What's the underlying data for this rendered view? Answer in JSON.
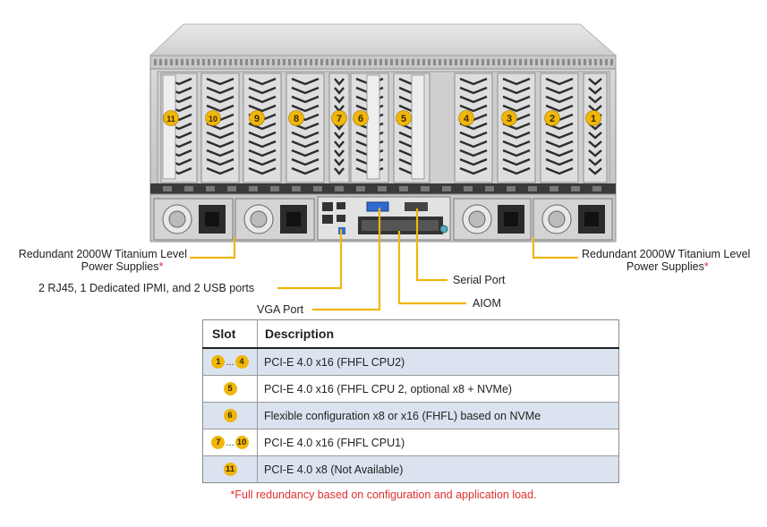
{
  "callouts": {
    "psu_left_line1": "Redundant 2000W Titanium Level",
    "psu_left_line2": "Power Supplies",
    "psu_right_line1": "Redundant 2000W Titanium Level",
    "psu_right_line2": "Power Supplies",
    "asterisk": "*",
    "network_ports": "2 RJ45, 1 Dedicated IPMI,  and 2 USB ports",
    "vga_port": "VGA Port",
    "serial_port": "Serial Port",
    "aiom": "AIOM"
  },
  "slot_badges": [
    "11",
    "10",
    "9",
    "8",
    "7",
    "6",
    "5",
    "4",
    "3",
    "2",
    "1"
  ],
  "table": {
    "headers": {
      "slot": "Slot",
      "description": "Description"
    },
    "rows": [
      {
        "badges": [
          "1",
          "4"
        ],
        "range": true,
        "description": "PCI-E  4.0 x16  (FHFL CPU2)"
      },
      {
        "badges": [
          "5"
        ],
        "range": false,
        "description": "PCI-E  4.0 x16  (FHFL CPU 2, optional x8 + NVMe)"
      },
      {
        "badges": [
          "6"
        ],
        "range": false,
        "description": "Flexible configuration x8 or x16 (FHFL) based on NVMe"
      },
      {
        "badges": [
          "7",
          "10"
        ],
        "range": true,
        "description": "PCI-E  4.0 x16  (FHFL CPU1)"
      },
      {
        "badges": [
          "11"
        ],
        "range": false,
        "description": "PCI-E  4.0 x8  (Not Available)"
      }
    ],
    "ellipsis": "..."
  },
  "footnote": "*Full redundancy based on configuration and application load.",
  "colors": {
    "badge": "#f0b60a",
    "leader": "#f0b60a",
    "shade_row": "#dae3ef",
    "asterisk": "#e03030"
  }
}
